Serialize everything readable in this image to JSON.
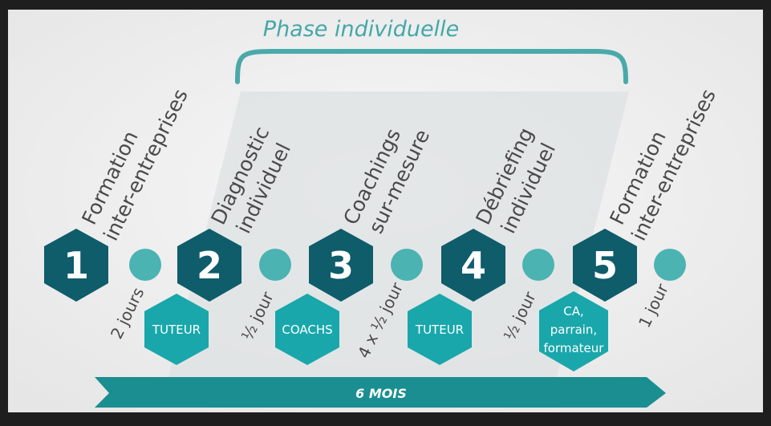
{
  "title": "Phase individuelle",
  "steps": [
    {
      "number": "1",
      "label_line1": "Formation",
      "label_line2": "inter-entreprises",
      "duration": "2 jours",
      "role": ""
    },
    {
      "number": "2",
      "label_line1": "Diagnostic",
      "label_line2": "individuel",
      "duration": "½ jour",
      "role": "TUTEUR"
    },
    {
      "number": "3",
      "label_line1": "Coachings",
      "label_line2": "sur-mesure",
      "duration": "4 x ½ jour",
      "role": "COACHS"
    },
    {
      "number": "4",
      "label_line1": "Débriefing",
      "label_line2": "individuel",
      "duration": "½ jour",
      "role": "TUTEUR"
    },
    {
      "number": "5",
      "label_line1": "Formation",
      "label_line2": "inter-entreprises",
      "duration": "1 jour",
      "role_lines": [
        "CA,",
        "parrain,",
        "formateur"
      ]
    }
  ],
  "timeline": {
    "label": "6 MOIS"
  },
  "colors": {
    "hexagon_dark": "#0f5c6b",
    "hexagon_light": "#19a7ab",
    "circle": "#4bb3b2",
    "bracket": "#4aa9aa",
    "arrow": "#1a8e91",
    "band": "#dde2e3"
  }
}
